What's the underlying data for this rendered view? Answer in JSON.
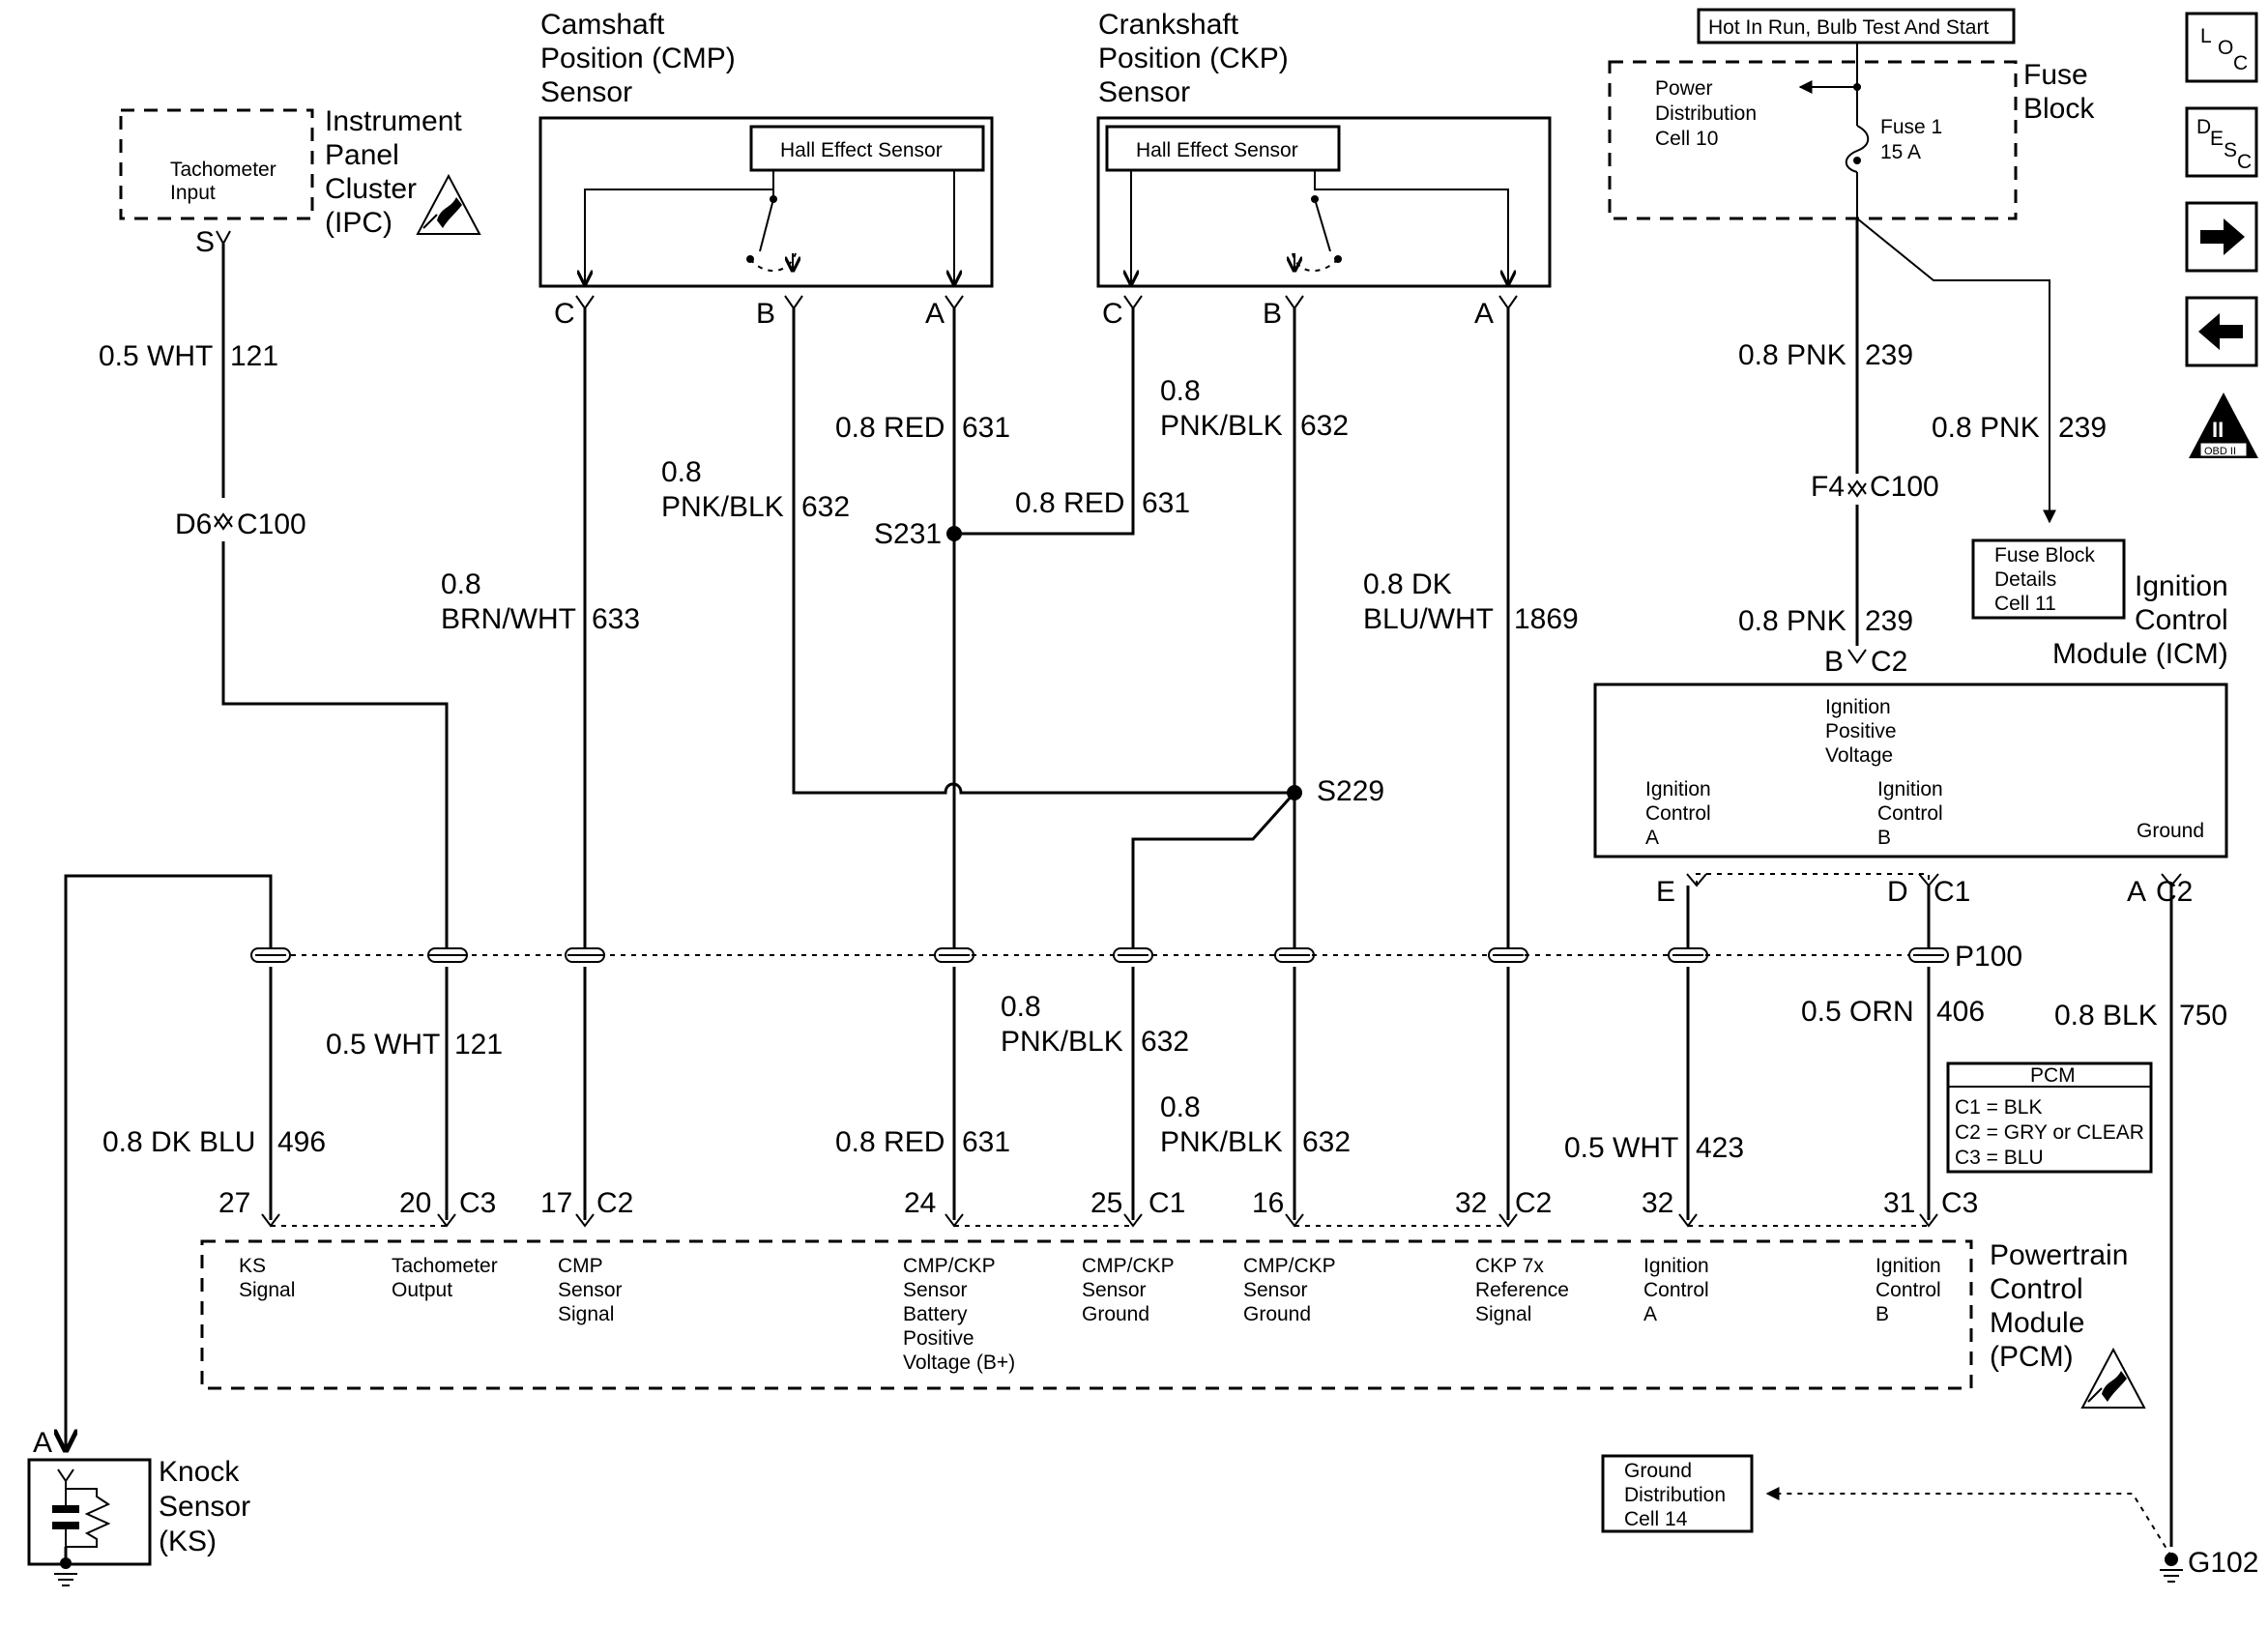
{
  "modules": {
    "ipc": {
      "title": [
        "Instrument",
        "Panel",
        "Cluster",
        "(IPC)"
      ],
      "inner": [
        "Tachometer",
        "Input"
      ],
      "pin": "S"
    },
    "cmp": {
      "title": [
        "Camshaft",
        "Position (CMP)",
        "Sensor"
      ],
      "inner": "Hall Effect Sensor",
      "pins": [
        "C",
        "B",
        "A"
      ]
    },
    "ckp": {
      "title": [
        "Crankshaft",
        "Position (CKP)",
        "Sensor"
      ],
      "inner": "Hall Effect Sensor",
      "pins": [
        "C",
        "B",
        "A"
      ]
    },
    "fuse_block": {
      "title": [
        "Fuse",
        "Block"
      ],
      "header": "Hot In Run, Bulb Test And Start",
      "pdc": [
        "Power",
        "Distribution",
        "Cell 10"
      ],
      "fuse": [
        "Fuse 1",
        "15 A"
      ]
    },
    "icm": {
      "title": [
        "Ignition",
        "Control",
        "Module (ICM)"
      ],
      "ipv": [
        "Ignition",
        "Positive",
        "Voltage"
      ],
      "ica": [
        "Ignition",
        "Control",
        "A"
      ],
      "icb": [
        "Ignition",
        "Control",
        "B"
      ],
      "ground": "Ground",
      "pins": {
        "b": "B",
        "c2": "C2",
        "e": "E",
        "d": "D",
        "c1": "C1",
        "a": "A",
        "c2b": "C2"
      }
    },
    "fuse_details": [
      "Fuse Block",
      "Details",
      "Cell 11"
    ],
    "pcm": {
      "title": [
        "Powertrain",
        "Control",
        "Module",
        "(PCM)"
      ],
      "pins": {
        "p27": "27",
        "p20": "20",
        "c3": "C3",
        "p17": "17",
        "c2": "C2",
        "p24": "24",
        "p25": "25",
        "c1": "C1",
        "p16": "16",
        "p32a": "32",
        "c2b": "C2",
        "p32b": "32",
        "p31": "31",
        "c3b": "C3"
      },
      "labels": {
        "ks": [
          "KS",
          "Signal"
        ],
        "tach": [
          "Tachometer",
          "Output"
        ],
        "cmp": [
          "CMP",
          "Sensor",
          "Signal"
        ],
        "bplus": [
          "CMP/CKP",
          "Sensor",
          "Battery",
          "Positive",
          "Voltage (B+)"
        ],
        "gnd1": [
          "CMP/CKP",
          "Sensor",
          "Ground"
        ],
        "gnd2": [
          "CMP/CKP",
          "Sensor",
          "Ground"
        ],
        "ref": [
          "CKP 7x",
          "Reference",
          "Signal"
        ],
        "ica": [
          "Ignition",
          "Control",
          "A"
        ],
        "icb": [
          "Ignition",
          "Control",
          "B"
        ]
      }
    },
    "pcm_legend": {
      "title": "PCM",
      "rows": [
        "C1 = BLK",
        "C2 = GRY or CLEAR",
        "C3 = BLU"
      ]
    },
    "knock": {
      "title": [
        "Knock",
        "Sensor",
        "(KS)"
      ],
      "pin": "A"
    },
    "ground_dist": [
      "Ground",
      "Distribution",
      "Cell 14"
    ]
  },
  "wires": {
    "w121_top": {
      "gauge": "0.5 WHT",
      "circuit": "121"
    },
    "w121_bot": {
      "gauge": "0.5 WHT",
      "circuit": "121"
    },
    "w496": {
      "gauge": "0.8 DK BLU",
      "circuit": "496"
    },
    "w633": {
      "gauge": [
        "0.8",
        "BRN/WHT"
      ],
      "circuit": "633"
    },
    "w632_cmpb": {
      "gauge": [
        "0.8",
        "PNK/BLK"
      ],
      "circuit": "632"
    },
    "w631_a": {
      "gauge": "0.8 RED",
      "circuit": "631"
    },
    "w631_s231": {
      "gauge": "0.8 RED",
      "circuit": "631"
    },
    "w632_ckpc": {
      "gauge": [
        "0.8",
        "PNK/BLK"
      ],
      "circuit": "632"
    },
    "w1869": {
      "gauge": [
        "0.8 DK",
        "BLU/WHT"
      ],
      "circuit": "1869"
    },
    "w239_a": {
      "gauge": "0.8 PNK",
      "circuit": "239"
    },
    "w239_b": {
      "gauge": "0.8 PNK",
      "circuit": "239"
    },
    "w239_c": {
      "gauge": "0.8 PNK",
      "circuit": "239"
    },
    "w632_lower1": {
      "gauge": [
        "0.8",
        "PNK/BLK"
      ],
      "circuit": "632"
    },
    "w632_lower2": {
      "gauge": [
        "0.8",
        "PNK/BLK"
      ],
      "circuit": "632"
    },
    "w631_lower": {
      "gauge": "0.8 RED",
      "circuit": "631"
    },
    "w423": {
      "gauge": "0.5 WHT",
      "circuit": "423"
    },
    "w406": {
      "gauge": "0.5 ORN",
      "circuit": "406"
    },
    "w750": {
      "gauge": "0.8 BLK",
      "circuit": "750"
    }
  },
  "splices": {
    "s231": "S231",
    "s229": "S229"
  },
  "connectors": {
    "d6": "D6",
    "c100a": "C100",
    "f4": "F4",
    "c100b": "C100",
    "p100": "P100",
    "g102": "G102"
  },
  "nav": {
    "loc": [
      "L",
      "O",
      "C"
    ],
    "desc": [
      "D",
      "E",
      "S",
      "C"
    ],
    "obd": [
      "II",
      "OBD II"
    ]
  },
  "icons": [
    "esd-warning-icon",
    "arrow-right-icon",
    "arrow-left-icon",
    "obd-ii-icon",
    "fuse-icon",
    "ground-icon",
    "splice-icon",
    "inline-connector-icon"
  ]
}
